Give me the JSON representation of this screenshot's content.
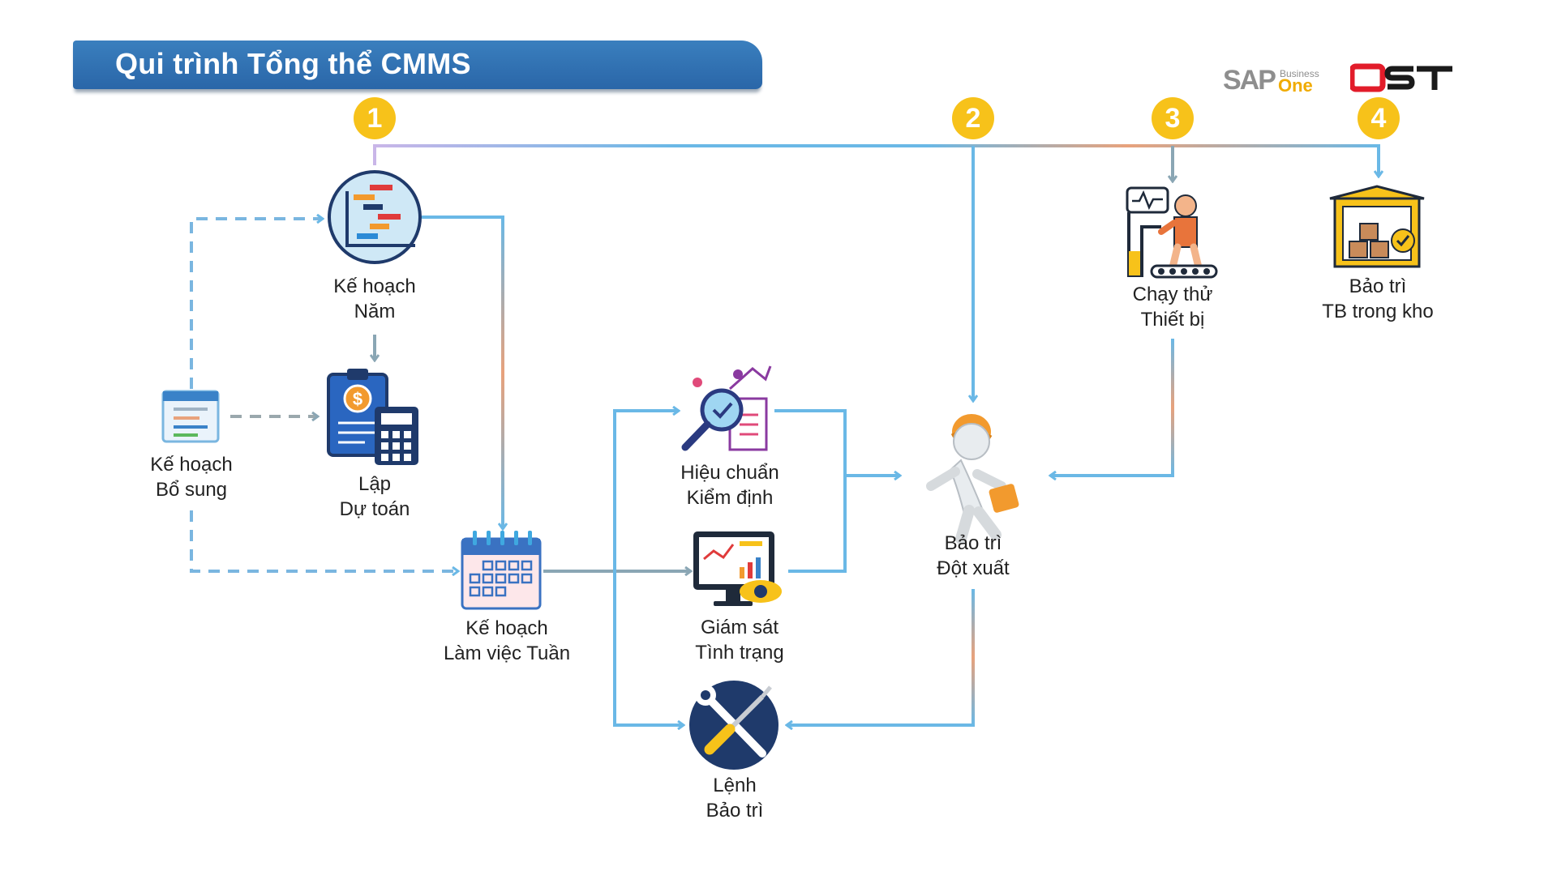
{
  "title": "Qui trình Tổng thể CMMS",
  "logos": {
    "sap_main": "SAP",
    "sap_business": "Business",
    "sap_one": "One",
    "ost": "OST"
  },
  "badges": [
    "1",
    "2",
    "3",
    "4"
  ],
  "nodes": {
    "annual_plan": {
      "line1": "Kế hoạch",
      "line2": "Năm"
    },
    "budget": {
      "line1": "Lập",
      "line2": "Dự toán"
    },
    "supplementary_plan": {
      "line1": "Kế hoạch",
      "line2": "Bổ sung"
    },
    "weekly_plan": {
      "line1": "Kế hoạch",
      "line2": "Làm việc Tuần"
    },
    "calibration": {
      "line1": "Hiệu chuẩn",
      "line2": "Kiểm định"
    },
    "monitoring": {
      "line1": "Giám sát",
      "line2": "Tình trạng"
    },
    "work_order": {
      "line1": "Lệnh",
      "line2": "Bảo trì"
    },
    "breakdown": {
      "line1": "Bảo trì",
      "line2": "Đột xuất"
    },
    "test_run": {
      "line1": "Chạy thử",
      "line2": "Thiết bị"
    },
    "warehouse": {
      "line1": "Bảo trì",
      "line2": "TB trong kho"
    }
  },
  "colors": {
    "banner": "#2f6fb0",
    "badge": "#f7c21a",
    "arrow_blue": "#6ab8e6",
    "arrow_orange": "#e8a27c",
    "icon_navy": "#1f3a6b",
    "sap_gray": "#8e8e8e",
    "sap_gold": "#f0ab00",
    "ost_red": "#e21c2a"
  }
}
